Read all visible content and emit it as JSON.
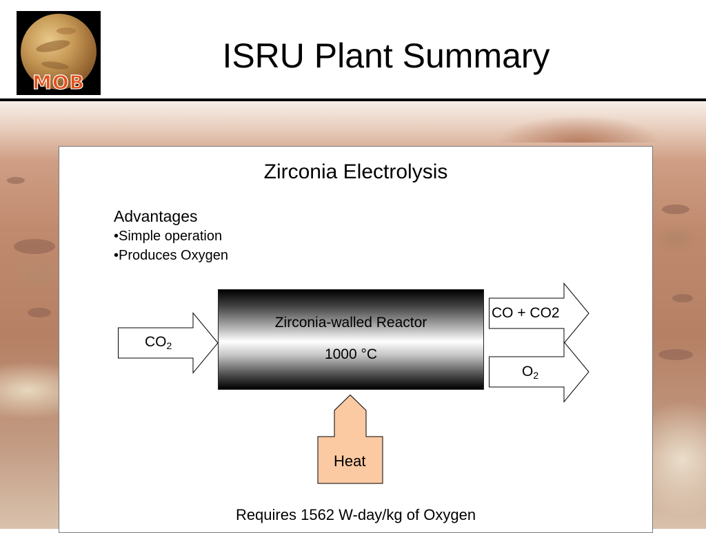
{
  "slide": {
    "title": "ISRU Plant Summary",
    "logo_text": "MOB"
  },
  "panel": {
    "title": "Zirconia Electrolysis",
    "advantages_heading": "Advantages",
    "advantages": [
      "•Simple operation",
      "•Produces Oxygen"
    ],
    "input": {
      "label": "CO",
      "subscript": "2"
    },
    "reactor": {
      "name": "Zirconia-walled Reactor",
      "temperature": "1000 °C"
    },
    "outputs": [
      {
        "label": "CO + CO2",
        "subscript": ""
      },
      {
        "label": "O",
        "subscript": "2"
      }
    ],
    "heat_label": "Heat",
    "requirement": "Requires 1562 W-day/kg of Oxygen"
  },
  "colors": {
    "heat_fill": "#fbc9a2",
    "arrow_fill": "#ffffff",
    "rule": "#000000",
    "logo_text": "#e5501b"
  },
  "icons": {
    "logo": "mars-planet-icon",
    "input_arrow": "right-arrow-icon",
    "output_arrows": "right-arrow-icon",
    "heat_arrow": "up-arrow-icon"
  }
}
